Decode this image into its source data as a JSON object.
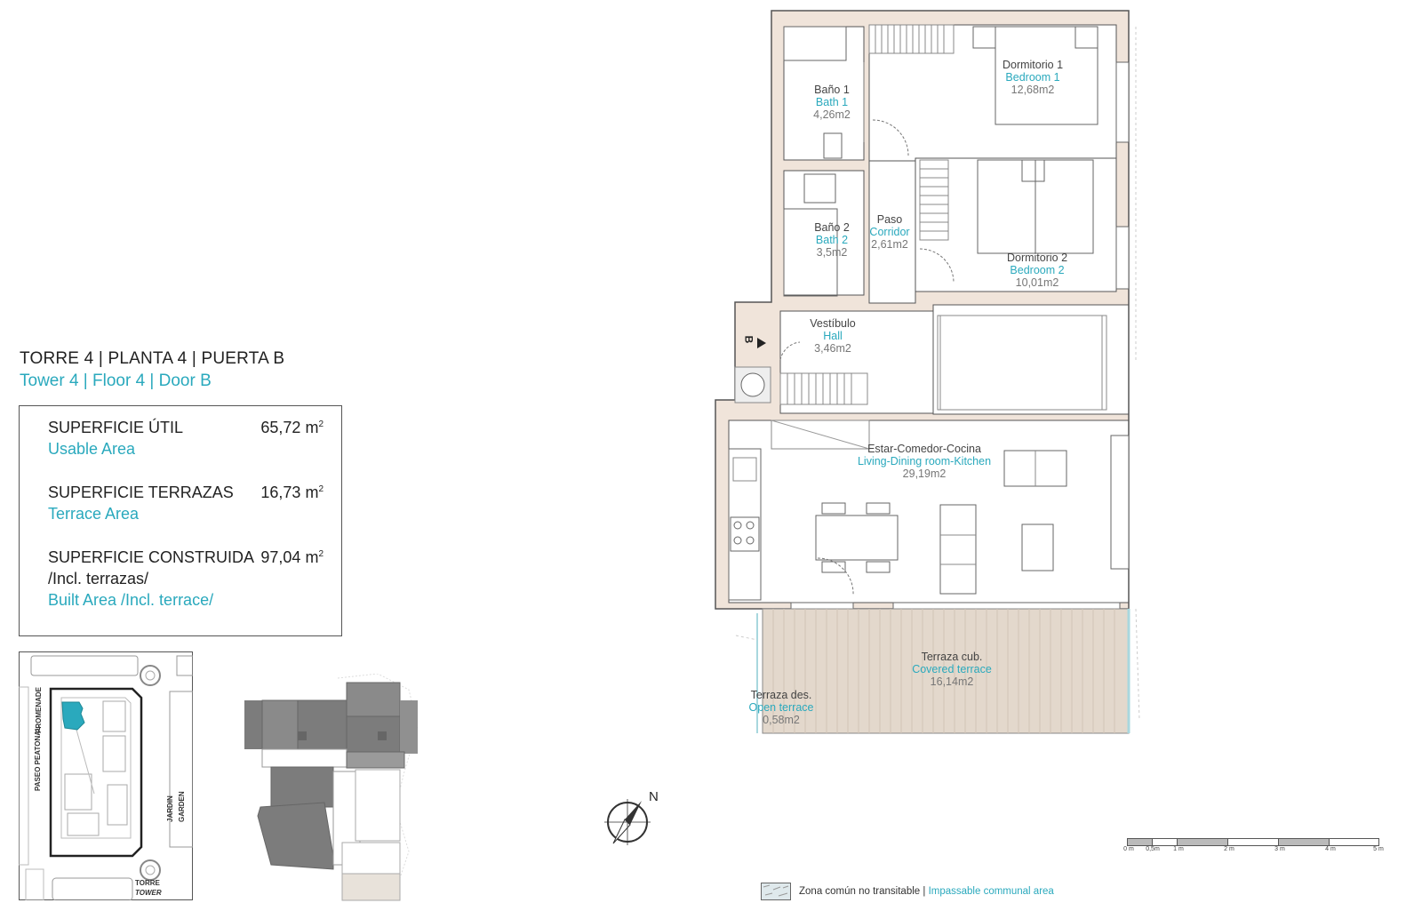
{
  "header": {
    "title_es": "TORRE 4 | PLANTA 4 | PUERTA B",
    "title_en": "Tower 4 | Floor 4 | Door B"
  },
  "areas": {
    "usable_label_es": "SUPERFICIE ÚTIL",
    "usable_label_en": "Usable Area",
    "usable_value": "65,72",
    "terrace_label_es": "SUPERFICIE TERRAZAS",
    "terrace_label_en": "Terrace Area",
    "terrace_value": "16,73",
    "built_label_es": "SUPERFICIE CONSTRUIDA",
    "built_label_es2": "/Incl. terrazas/",
    "built_label_en": "Built Area /Incl. terrace/",
    "built_value": "97,04",
    "unit": "m",
    "unit_exp": "2"
  },
  "rooms": {
    "bedroom1": {
      "es": "Dormitorio 1",
      "en": "Bedroom 1",
      "m2": "12,68m2"
    },
    "bath1": {
      "es": "Baño 1",
      "en": "Bath 1",
      "m2": "4,26m2"
    },
    "bath2": {
      "es": "Baño 2",
      "en": "Bath 2",
      "m2": "3,5m2"
    },
    "corridor": {
      "es": "Paso",
      "en": "Corridor",
      "m2": "2,61m2"
    },
    "bedroom2": {
      "es": "Dormitorio 2",
      "en": "Bedroom 2",
      "m2": "10,01m2"
    },
    "hall": {
      "es": "Vestíbulo",
      "en": "Hall",
      "m2": "3,46m2"
    },
    "living": {
      "es": "Estar-Comedor-Cocina",
      "en": "Living-Dining room-Kitchen",
      "m2": "29,19m2"
    },
    "covered_terrace": {
      "es": "Terraza cub.",
      "en": "Covered terrace",
      "m2": "16,14m2"
    },
    "open_terrace": {
      "es": "Terraza des.",
      "en": "Open terrace",
      "m2": "0,58m2"
    }
  },
  "door_marker": "B",
  "site_map": {
    "promenade_es": "PASEO PEATONAL",
    "promenade_en": "PROMENADE",
    "garden_es": "JARDIN",
    "garden_en": "GARDEN",
    "tower_es": "TORRE",
    "tower_en": "TOWER"
  },
  "compass": {
    "north": "N"
  },
  "scale": {
    "labels": [
      "0 m",
      "0,5m",
      "1 m",
      "2 m",
      "3 m",
      "4 m",
      "5 m"
    ]
  },
  "legend": {
    "es": "Zona común no transitable",
    "sep": " | ",
    "en": "Impassable communal area"
  },
  "colors": {
    "accent": "#2aa9bd",
    "wall": "#f0e4da",
    "terrace": "#e3d8cc",
    "building_dark": "#7c7c7c"
  }
}
